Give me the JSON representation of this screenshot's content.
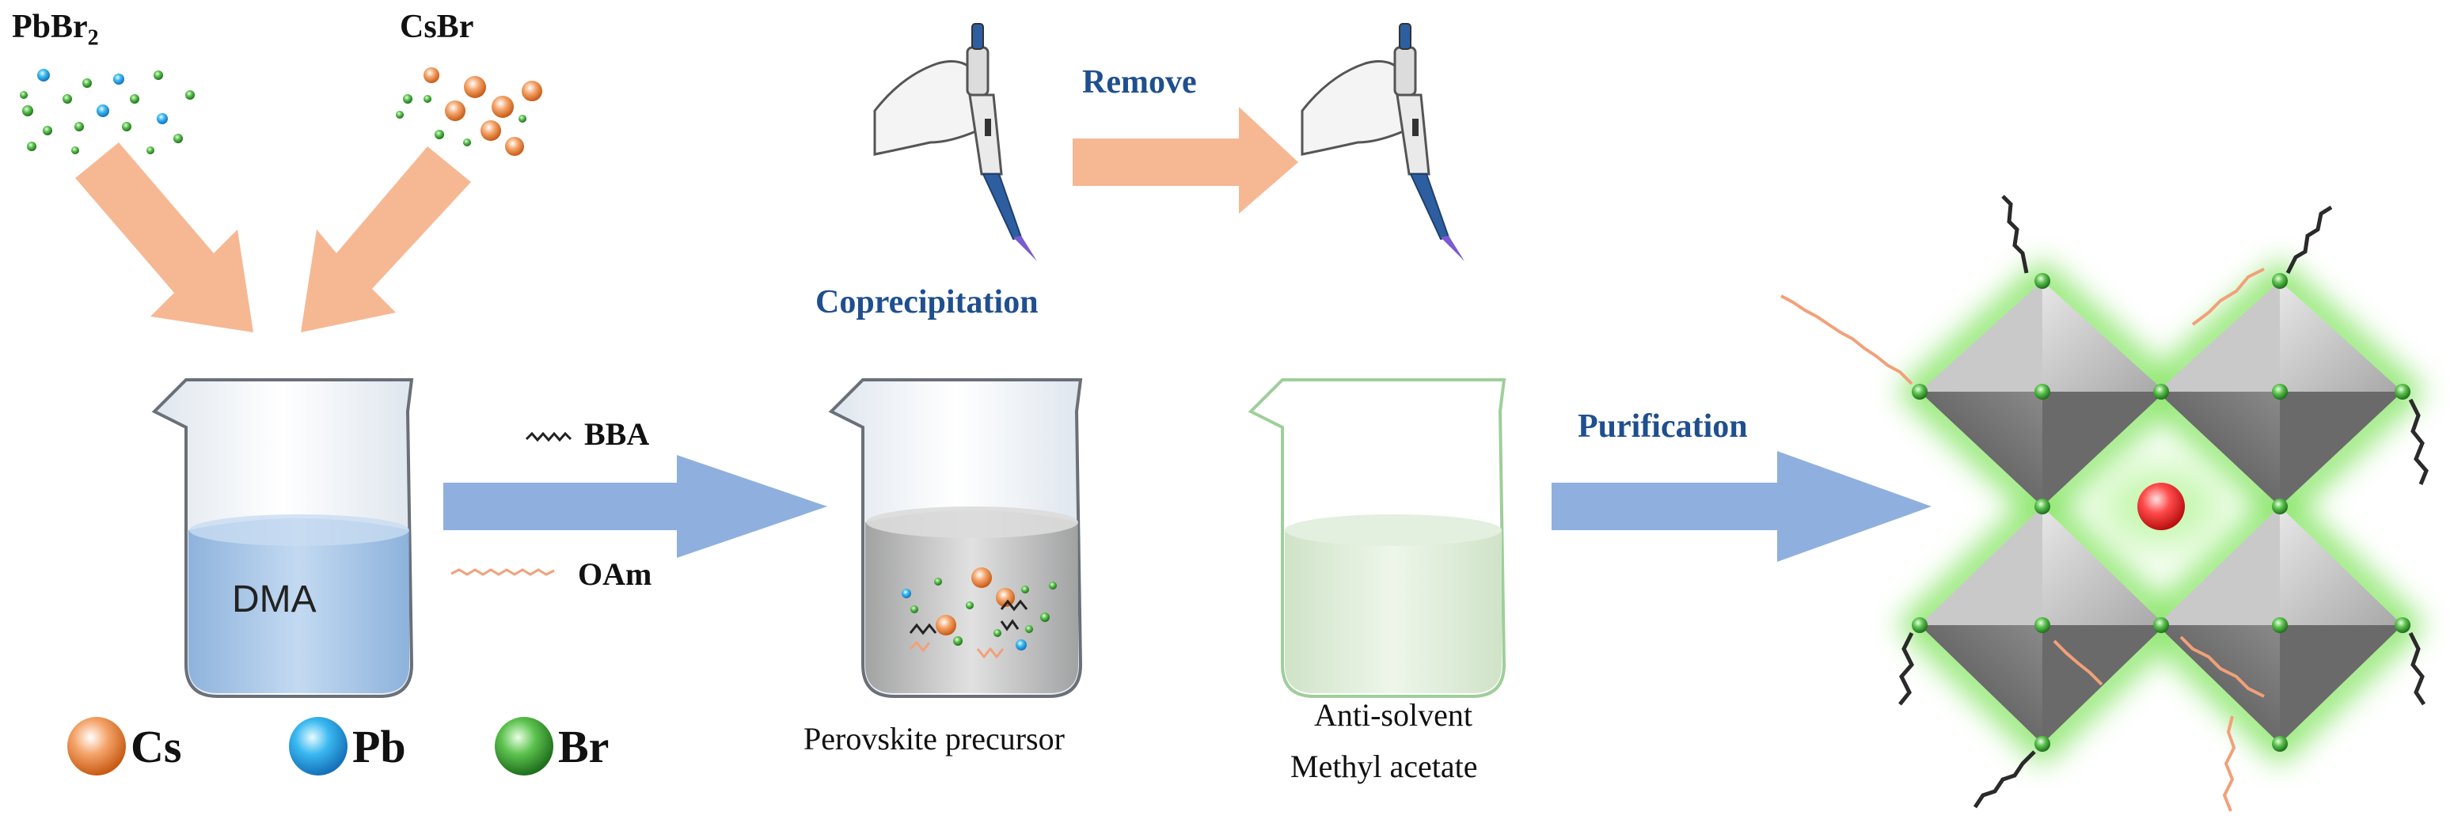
{
  "reagents": {
    "pbbr2": {
      "main": "PbBr",
      "sub": "2"
    },
    "csbr": "CsBr"
  },
  "steps": {
    "solvent": "DMA",
    "ligand_bba": "BBA",
    "ligand_oam": "OAm",
    "coprecipitation": "Coprecipitation",
    "remove": "Remove",
    "precursor": "Perovskite precursor",
    "antisolvent_line1": "Anti-solvent",
    "antisolvent_line2": "Methyl acetate",
    "purification": "Purification"
  },
  "legend": [
    {
      "label": "Cs",
      "color": "#e0702a"
    },
    {
      "label": "Pb",
      "color": "#29a3e6"
    },
    {
      "label": "Br",
      "color": "#3a9a35"
    }
  ],
  "colors": {
    "reagent_arrow": "#f6b893",
    "process_arrow": "#8fb0de",
    "title_blue": "#1f4f8f",
    "glow_green": "#7ee35a",
    "octahedron_gray": "#8c8c8c"
  }
}
